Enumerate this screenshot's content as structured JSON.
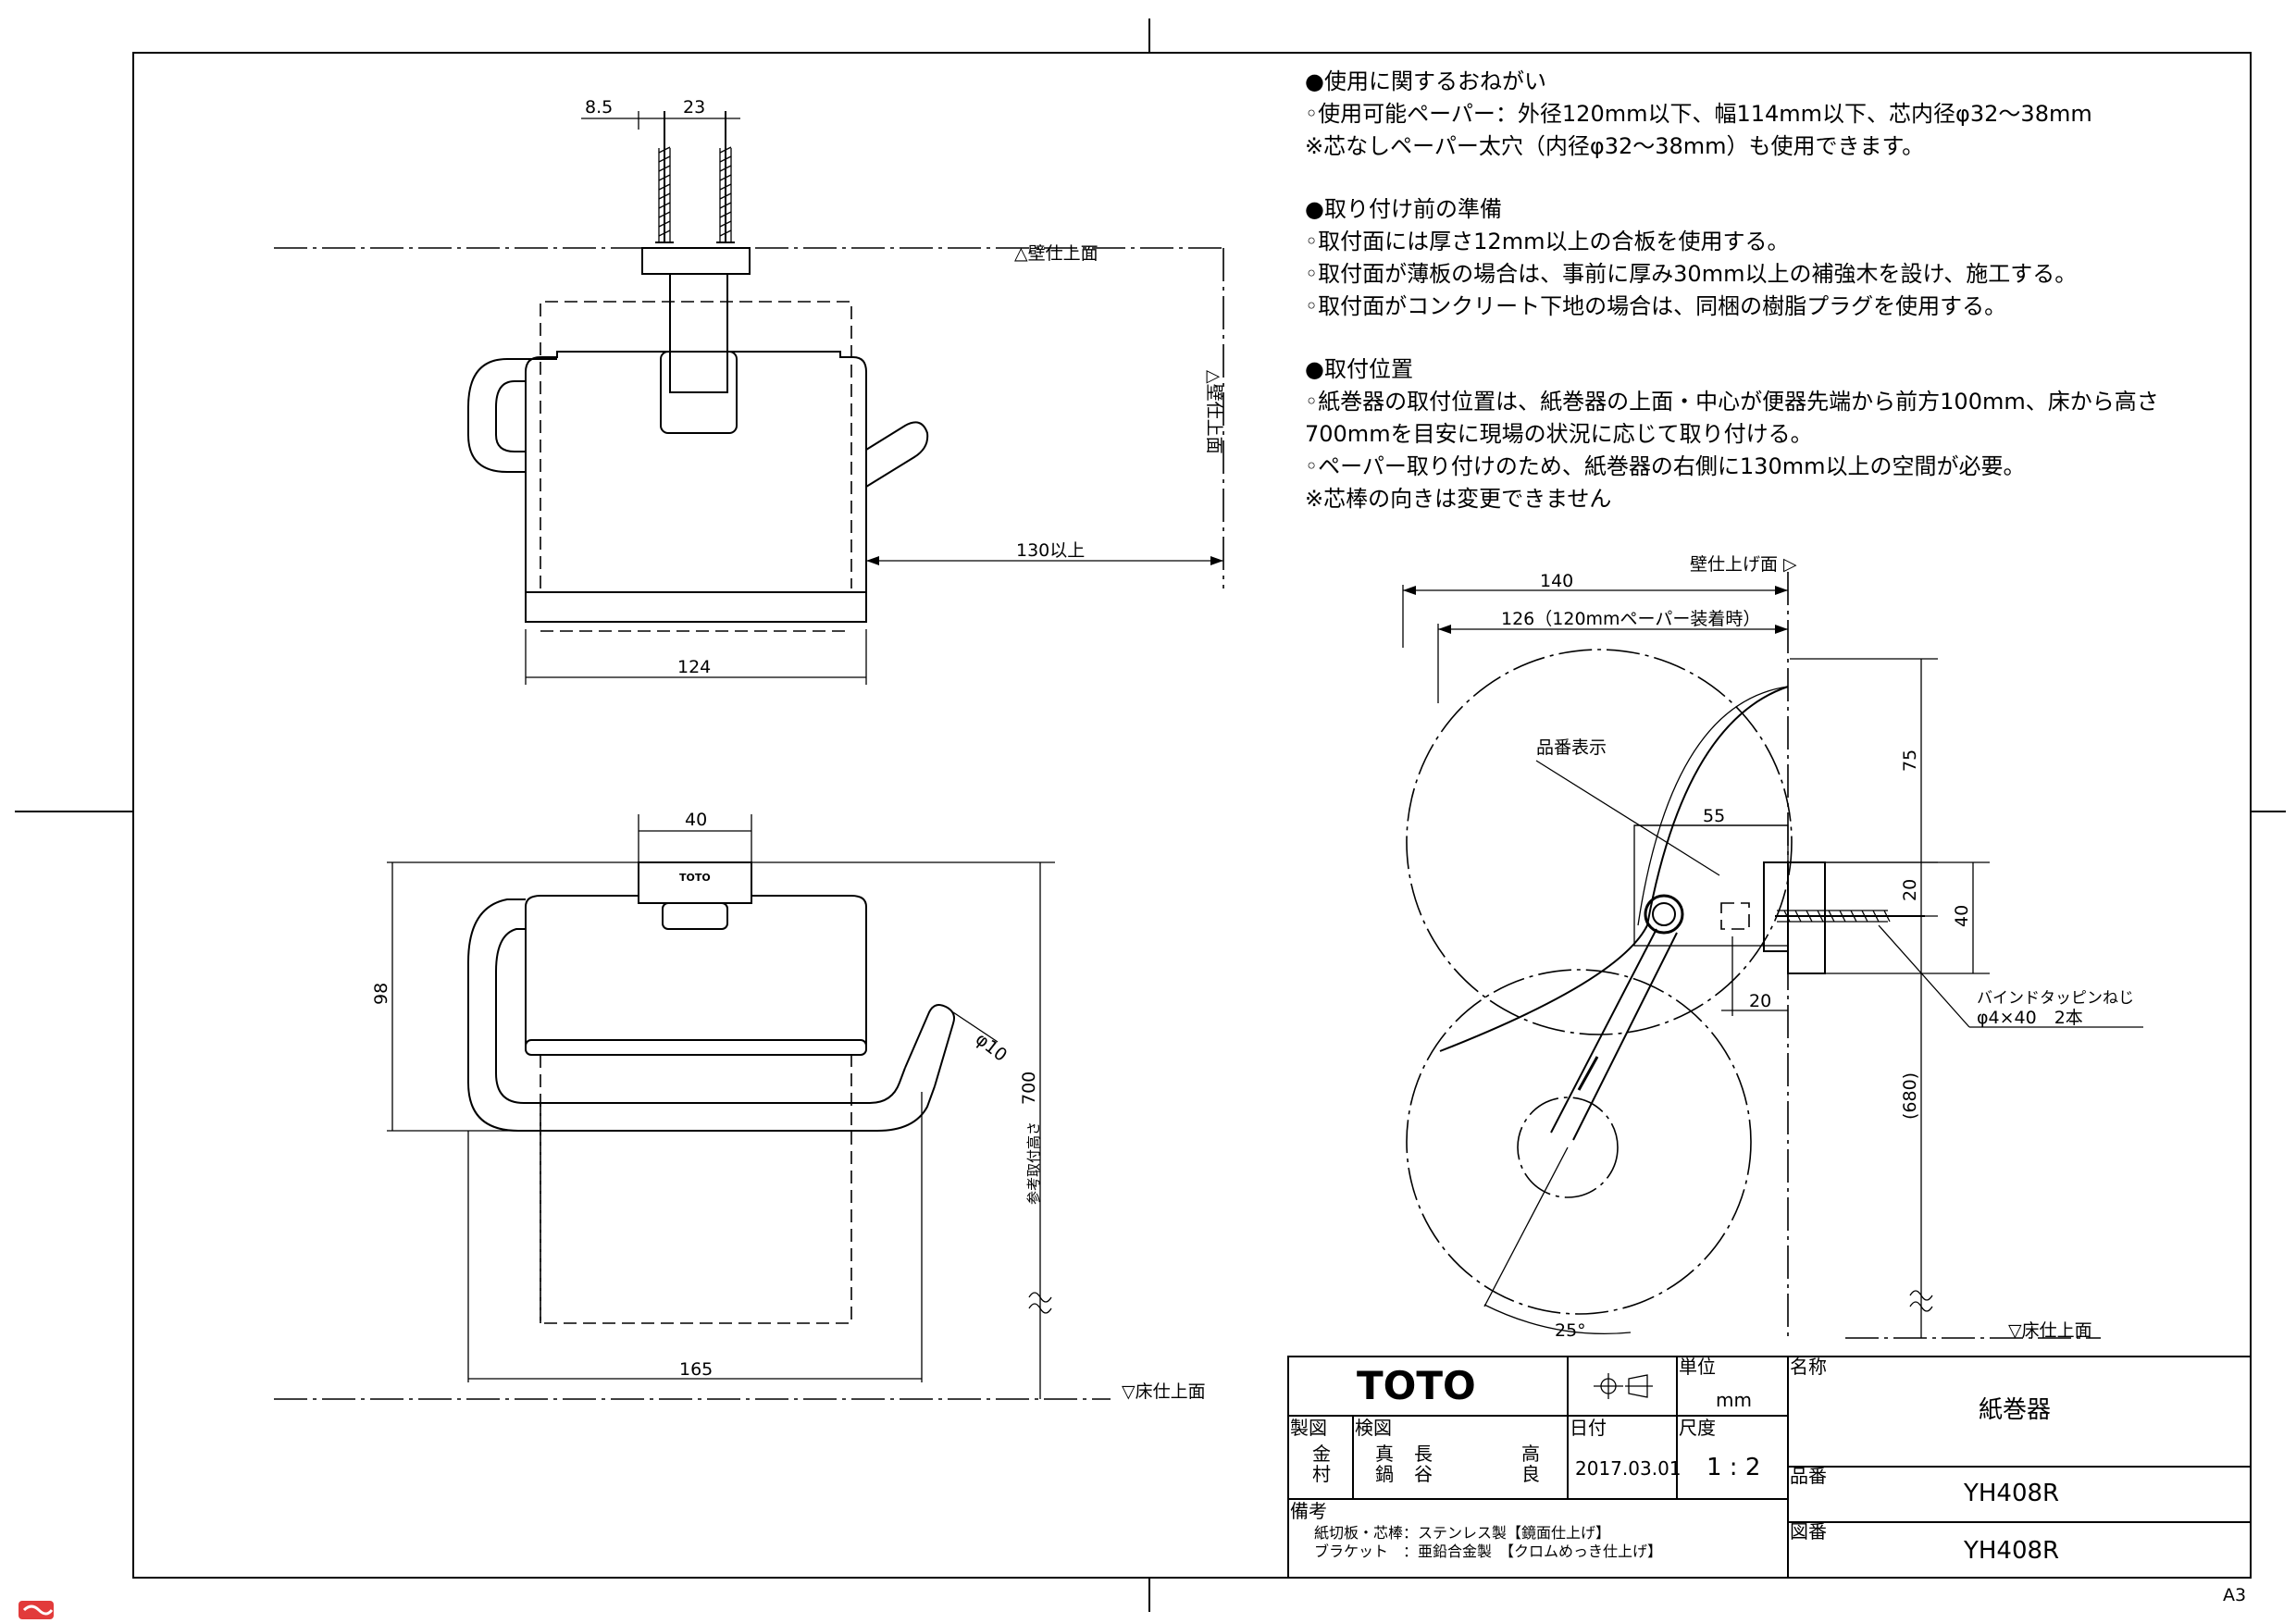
{
  "notes": {
    "h1": "●使用に関するおねがい",
    "l1": "◦使用可能ペーパー：外径120mm以下、幅114mm以下、芯内径φ32～38mm",
    "l2": "※芯なしペーパー太穴（内径φ32～38mm）も使用できます。",
    "h2": "●取り付け前の準備",
    "l3": "◦取付面には厚さ12mm以上の合板を使用する。",
    "l4": "◦取付面が薄板の場合は、事前に厚み30mm以上の補強木を設け、施工する。",
    "l5": "◦取付面がコンクリート下地の場合は、同梱の樹脂プラグを使用する。",
    "h3": "●取付位置",
    "l6": "◦紙巻器の取付位置は、紙巻器の上面・中心が便器先端から前方100mm、床から高さ",
    "l7": "700mmを目安に現場の状況に応じて取り付ける。",
    "l8": "◦ペーパー取り付けのため、紙巻器の右側に130mm以上の空間が必要。",
    "l9": "※芯棒の向きは変更できません"
  },
  "top_view": {
    "d_8_5": "8.5",
    "d_23": "23",
    "wall": "△壁仕上面",
    "wall_v": "△壁仕上面",
    "d_130": "130以上",
    "d_124": "124"
  },
  "front_view": {
    "d_40": "40",
    "logo": "TOTO",
    "d_98": "98",
    "d_phi10": "φ10",
    "d_700": "700",
    "ref_height": "参考取付高さ",
    "floor": "▽床仕上面",
    "d_165": "165"
  },
  "side_view": {
    "wall": "壁仕上げ面 ▷",
    "d_140": "140",
    "d_126": "126（120mmペーパー装着時）",
    "product_mark": "品番表示",
    "d_55": "55",
    "d_75": "75",
    "d_20a": "20",
    "d_40": "40",
    "d_20b": "20",
    "screw_1": "バインドタッピンねじ",
    "screw_2": "φ4×40　2本",
    "d_680": "(680)",
    "d_25": "25°",
    "floor": "▽床仕上面"
  },
  "title_block": {
    "brand": "TOTO",
    "unit_label": "単位",
    "unit_value": "mm",
    "name_label": "名称",
    "name_value": "紙巻器",
    "drawn_label": "製図",
    "drawn_1": "金",
    "drawn_2": "村",
    "checked_label": "検図",
    "checked_1a": "真",
    "checked_1b": "鍋",
    "checked_2a": "長",
    "checked_2b": "谷",
    "checked_3a": "高",
    "checked_3b": "良",
    "date_label": "日付",
    "date_value": "2017.03.01",
    "scale_label": "尺度",
    "scale_value": "1 : 2",
    "product_label": "品番",
    "product_value": "YH408R",
    "remarks_label": "備考",
    "remarks_1": "紙切板・芯棒：ステンレス製【鏡面仕上げ】",
    "remarks_2": "ブラケット　：亜鉛合金製　【クロムめっき仕上げ】",
    "drawing_no_label": "図番",
    "drawing_no_value": "YH408R"
  },
  "sheet_size": "A3"
}
